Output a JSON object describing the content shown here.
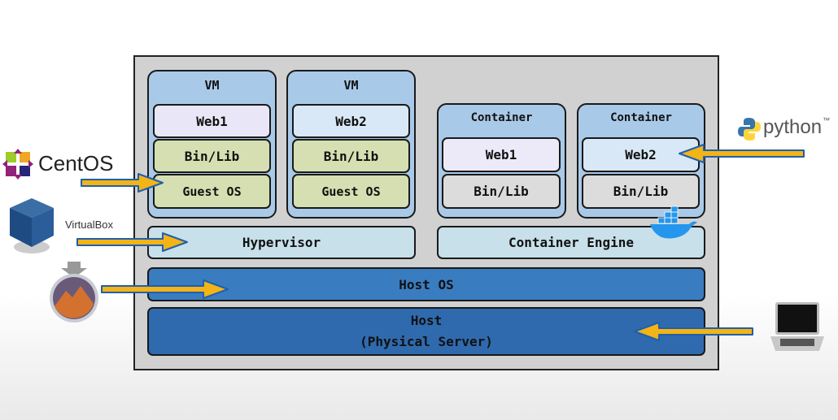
{
  "vms": [
    {
      "title": "VM",
      "app": "Web1",
      "binlib": "Bin/Lib",
      "guest": "Guest OS"
    },
    {
      "title": "VM",
      "app": "Web2",
      "binlib": "Bin/Lib",
      "guest": "Guest OS"
    }
  ],
  "containers": [
    {
      "title": "Container",
      "app": "Web1",
      "binlib": "Bin/Lib"
    },
    {
      "title": "Container",
      "app": "Web2",
      "binlib": "Bin/Lib"
    }
  ],
  "hypervisor": "Hypervisor",
  "container_engine": "Container Engine",
  "host_os": "Host OS",
  "host": {
    "line1": "Host",
    "line2": "(Physical Server)"
  },
  "logos": {
    "centos": "CentOS",
    "virtualbox": "VirtualBox",
    "python": "python",
    "python_tm": "™"
  },
  "colors": {
    "arrow": "#f2b416",
    "arrow_outline": "#1f5fae",
    "host_os": "#3a7cc0",
    "host": "#2f6aae"
  }
}
